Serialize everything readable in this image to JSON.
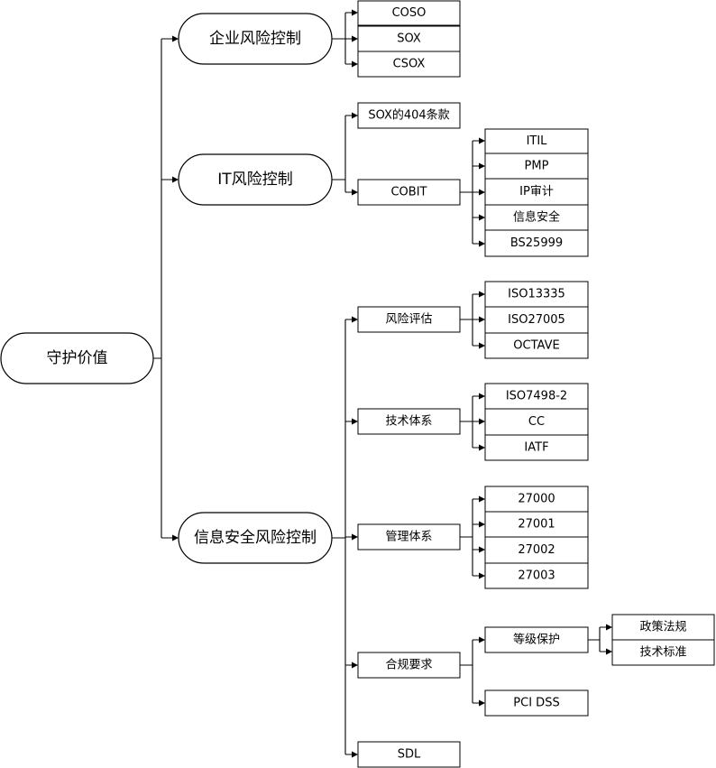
{
  "root": {
    "label": "守护价值"
  },
  "branches": [
    {
      "label": "企业风险控制",
      "items": [
        {
          "label": "COSO"
        },
        {
          "label": "SOX"
        },
        {
          "label": "CSOX"
        }
      ]
    },
    {
      "label": "IT风险控制",
      "items": [
        {
          "label": "SOX的404条款"
        },
        {
          "label": "COBIT",
          "children": [
            {
              "label": "ITIL"
            },
            {
              "label": "PMP"
            },
            {
              "label": "IP审计"
            },
            {
              "label": "信息安全"
            },
            {
              "label": "BS25999"
            }
          ]
        }
      ]
    },
    {
      "label": "信息安全风险控制",
      "items": [
        {
          "label": "风险评估",
          "children": [
            {
              "label": "ISO13335"
            },
            {
              "label": "ISO27005"
            },
            {
              "label": "OCTAVE"
            }
          ]
        },
        {
          "label": "技术体系",
          "children": [
            {
              "label": "ISO7498-2"
            },
            {
              "label": "CC"
            },
            {
              "label": "IATF"
            }
          ]
        },
        {
          "label": "管理体系",
          "children": [
            {
              "label": "27000"
            },
            {
              "label": "27001"
            },
            {
              "label": "27002"
            },
            {
              "label": "27003"
            }
          ]
        },
        {
          "label": "合规要求",
          "children": [
            {
              "label": "等级保护",
              "children": [
                {
                  "label": "政策法规"
                },
                {
                  "label": "技术标准"
                }
              ]
            },
            {
              "label": "PCI DSS"
            }
          ]
        },
        {
          "label": "SDL"
        }
      ]
    }
  ]
}
